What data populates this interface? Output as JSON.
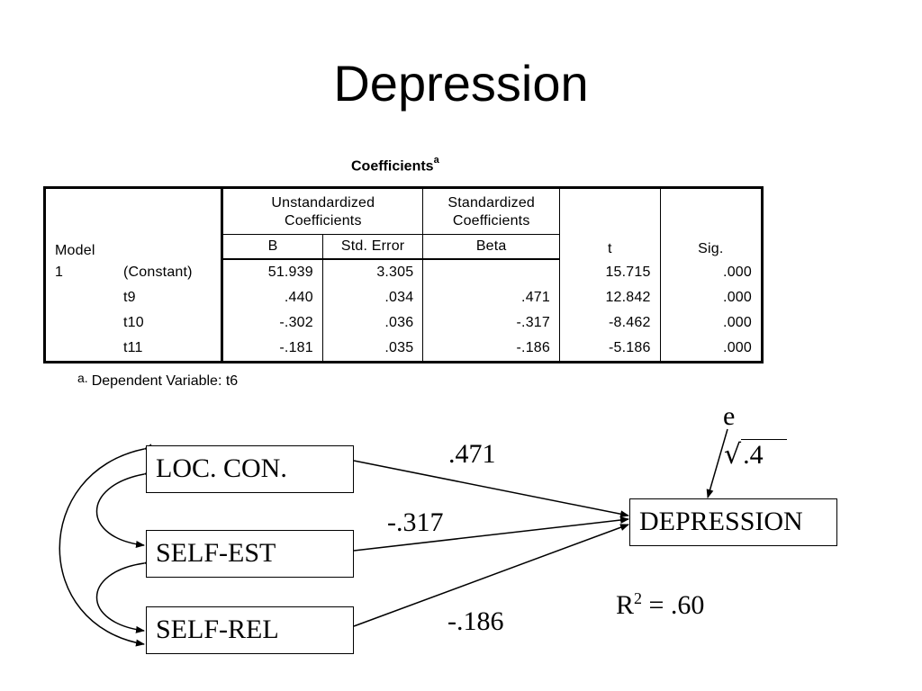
{
  "title": "Depression",
  "table": {
    "caption": "Coefficients",
    "caption_mark": "a",
    "header": {
      "model": "Model",
      "unstd": "Unstandardized Coefficients",
      "std": "Standardized Coefficients",
      "b": "B",
      "se": "Std. Error",
      "beta": "Beta",
      "t": "t",
      "sig": "Sig."
    },
    "model_number": "1",
    "rows": [
      {
        "name": "(Constant)",
        "b": "51.939",
        "se": "3.305",
        "beta": "",
        "t": "15.715",
        "sig": ".000"
      },
      {
        "name": "t9",
        "b": ".440",
        "se": ".034",
        "beta": ".471",
        "t": "12.842",
        "sig": ".000"
      },
      {
        "name": "t10",
        "b": "-.302",
        "se": ".036",
        "beta": "-.317",
        "t": "-8.462",
        "sig": ".000"
      },
      {
        "name": "t11",
        "b": "-.181",
        "se": ".035",
        "beta": "-.186",
        "t": "-5.186",
        "sig": ".000"
      }
    ],
    "footnote_mark": "a.",
    "footnote": "Dependent Variable: t6"
  },
  "diagram": {
    "predictors": [
      "LOC. CON.",
      "SELF-EST",
      "SELF-REL"
    ],
    "outcome": "DEPRESSION",
    "paths": [
      ".471",
      "-.317",
      "-.186"
    ],
    "error_label": "e",
    "error_sqrt_symbol": "√",
    "error_value": ".4",
    "r2_prefix": "R",
    "r2_exp": "2",
    "r2_suffix": " = .60"
  }
}
